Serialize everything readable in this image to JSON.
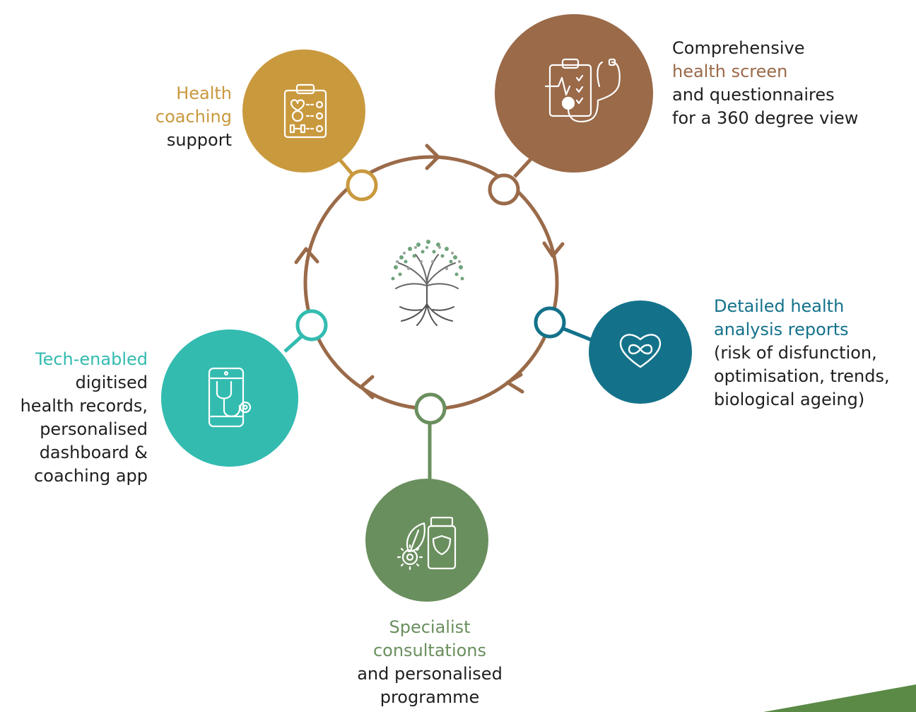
{
  "colors": {
    "ring": "#9a6a49",
    "coaching": "#c9993e",
    "screen": "#9a6a49",
    "analysis": "#13728a",
    "specialist": "#6a8f5e",
    "tech": "#33bbb0",
    "text": "#1f1f1f",
    "corner": "#5b8a47"
  },
  "nodes": {
    "coaching": {
      "icon": "clipboard-checklist-icon",
      "lines": [
        "Health",
        "coaching",
        "support"
      ],
      "highlight_lines": 2
    },
    "screen": {
      "icon": "clipboard-stethoscope-icon",
      "lines": [
        "Comprehensive",
        "health screen",
        "and questionnaires",
        "for a 360 degree view"
      ],
      "highlight_lines": 1
    },
    "analysis": {
      "icon": "heart-infinity-icon",
      "lines": [
        "Detailed health",
        "analysis reports",
        "(risk of disfunction,",
        "optimisation, trends,",
        "biological ageing)"
      ],
      "highlight_lines": 2
    },
    "specialist": {
      "icon": "supplement-jar-leaf-icon",
      "lines": [
        "Specialist",
        "consultations",
        "and personalised",
        "programme"
      ],
      "highlight_lines": 2
    },
    "tech": {
      "icon": "phone-stethoscope-icon",
      "lines": [
        "Tech-enabled",
        "digitised",
        "health records,",
        "personalised",
        "dashboard &",
        "coaching app"
      ],
      "highlight_lines": 1
    }
  },
  "center_icon": "tree-of-life-icon"
}
